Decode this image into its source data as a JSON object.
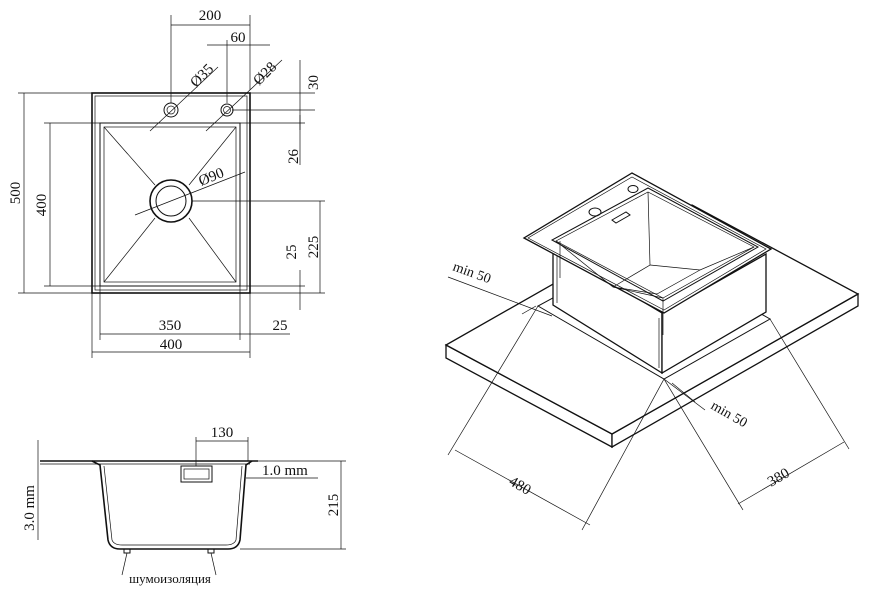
{
  "top_view": {
    "dim_200": "200",
    "dim_60": "60",
    "dim_d35": "Ø35",
    "dim_d28": "Ø28",
    "dim_30": "30",
    "dim_26": "26",
    "dim_d90": "Ø90",
    "dim_500": "500",
    "dim_400v": "400",
    "dim_25v": "25",
    "dim_225": "225",
    "dim_350": "350",
    "dim_25h": "25",
    "dim_400h": "400"
  },
  "section_view": {
    "dim_130": "130",
    "dim_1mm": "1.0 mm",
    "dim_3mm": "3.0 mm",
    "dim_215": "215",
    "label_insulation": "шумоизоляция"
  },
  "iso_view": {
    "min50_left": "min 50",
    "min50_right": "min 50",
    "dim_480": "480",
    "dim_380": "380"
  }
}
